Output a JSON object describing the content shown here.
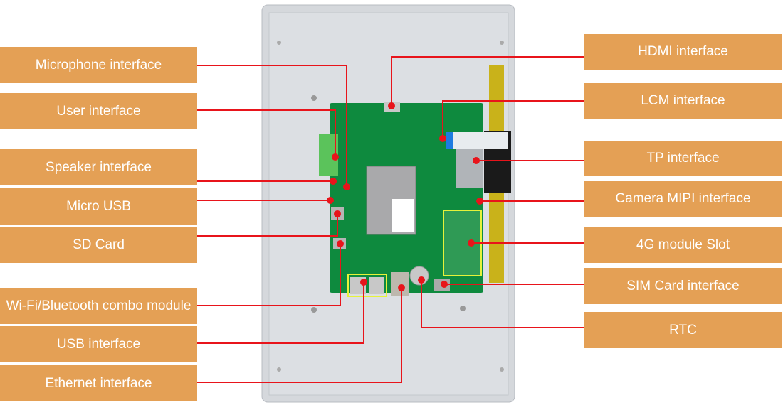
{
  "title": "Board interface callout diagram",
  "colors": {
    "label_bg": "#E4A055",
    "label_text": "#ffffff",
    "leader": "#E8141B",
    "pcb": "#0E8A3E",
    "frame": "#D5D8DC"
  },
  "left_labels": [
    {
      "text": "Microphone interface"
    },
    {
      "text": "User interface"
    },
    {
      "text": "Speaker interface"
    },
    {
      "text": "Micro USB"
    },
    {
      "text": "SD Card"
    },
    {
      "text": "Wi-Fi/Bluetooth combo module"
    },
    {
      "text": "USB interface"
    },
    {
      "text": "Ethernet interface"
    }
  ],
  "right_labels": [
    {
      "text": "HDMI interface"
    },
    {
      "text": "LCM interface"
    },
    {
      "text": "TP interface"
    },
    {
      "text": "Camera MIPI interface"
    },
    {
      "text": "4G module Slot"
    },
    {
      "text": "SIM Card interface"
    },
    {
      "text": "RTC"
    }
  ]
}
